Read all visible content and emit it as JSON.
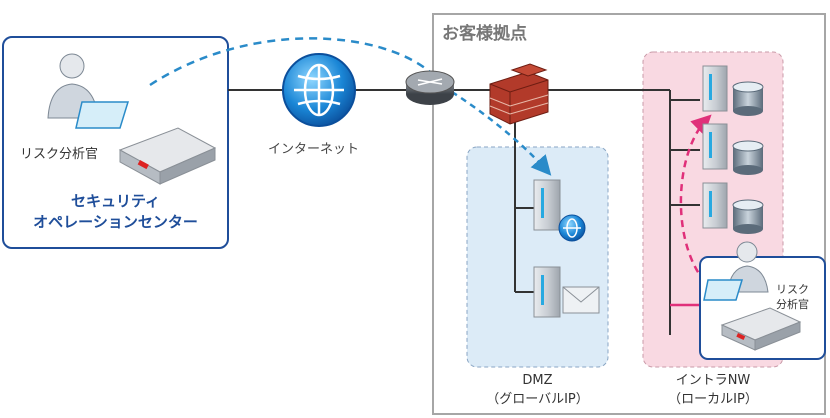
{
  "soc": {
    "analyst_label": "リスク分析官",
    "title_line1": "セキュリティ",
    "title_line2": "オペレーションセンター"
  },
  "internet_label": "インターネット",
  "site": {
    "title": "お客様拠点",
    "dmz_label": "DMZ",
    "dmz_sub": "（グローバルIP）",
    "intra_label": "イントラNW",
    "intra_sub": "（ローカルIP）",
    "analyst_line1": "リスク",
    "analyst_line2": "分析官"
  },
  "colors": {
    "soc_border": "#1f4e9a",
    "soc_title": "#1f4e9a",
    "site_border": "#a6a6a6",
    "dmz_fill": "#dcebf7",
    "intra_fill": "#f9d9e2",
    "blue_dash": "#2a8bc9",
    "pink_dash": "#e0307a",
    "link": "#333333"
  },
  "icons": [
    "person-icon",
    "appliance-icon",
    "globe-icon",
    "router-icon",
    "firewall-icon",
    "server-icon",
    "database-icon",
    "mail-icon"
  ]
}
